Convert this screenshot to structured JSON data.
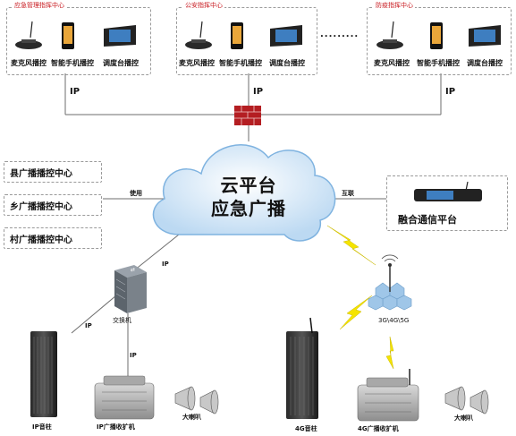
{
  "centers": [
    {
      "title": "应急管理指挥中心",
      "mic": "麦克风播控",
      "phone": "智能手机播控",
      "console": "调度台播控",
      "ip": "IP"
    },
    {
      "title": "公安指挥中心",
      "mic": "麦克风播控",
      "phone": "智能手机播控",
      "console": "调度台播控",
      "ip": "IP"
    },
    {
      "title": "防疫指挥中心",
      "mic": "麦克风播控",
      "phone": "智能手机播控",
      "console": "调度台播控",
      "ip": "IP"
    }
  ],
  "ellipsis": ".........",
  "cloud": {
    "line1": "云平台",
    "line2": "应急广播"
  },
  "levels": [
    "县广播播控中心",
    "乡广播播控中心",
    "村广播播控中心"
  ],
  "use_label": "使用",
  "interconnect_label": "互联",
  "fusion_platform": "融合通信平台",
  "switch_ip": "IP",
  "switch_label": "交换机",
  "switch_down_ip": "IP",
  "left_col_ip": "IP",
  "tower_label": "3G\\4G\\5G",
  "bottom": {
    "ip_column": "IP音柱",
    "ip_amp": "IP广播收扩机",
    "horn_left": "大喇叭",
    "g4_column": "4G音柱",
    "g4_amp": "4G广播收扩机",
    "horn_right": "大喇叭"
  },
  "colors": {
    "title_red": "#c8191f",
    "wall_red": "#b41e22",
    "bolt_yellow": "#f5e400",
    "cloud_blue": "#cfe5f7"
  }
}
